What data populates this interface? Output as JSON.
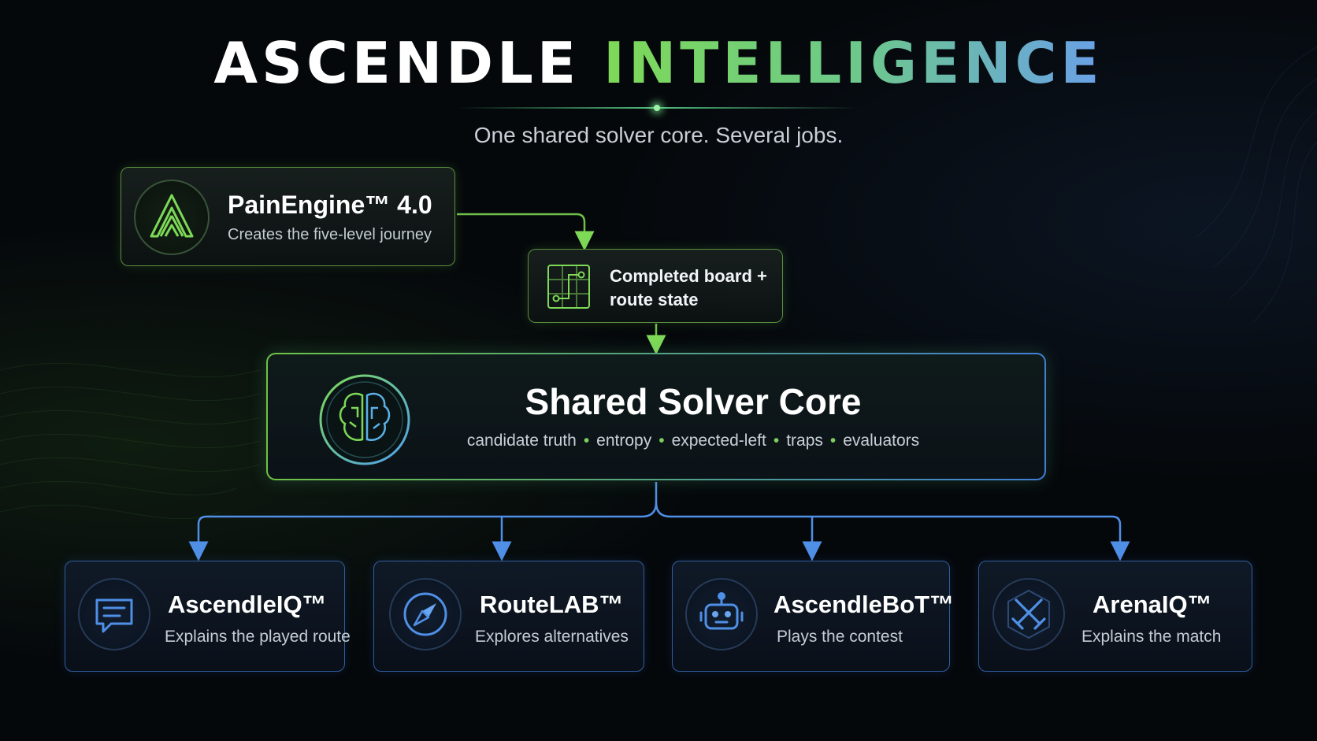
{
  "header": {
    "title_part1": "ASCENDLE",
    "title_part2": "INTELLIGENCE",
    "subtitle": "One shared solver core. Several jobs."
  },
  "source": {
    "title": "PainEngine™ 4.0",
    "description": "Creates the five-level journey",
    "icon": "ascending-chevrons-icon"
  },
  "intermediate": {
    "line1": "Completed board +",
    "line2": "route state",
    "icon": "board-route-icon"
  },
  "core": {
    "title": "Shared Solver Core",
    "tags": [
      "candidate truth",
      "entropy",
      "expected-left",
      "traps",
      "evaluators"
    ],
    "separator": "•",
    "icon": "brain-circuit-icon"
  },
  "outputs": [
    {
      "title": "AscendleIQ™",
      "description": "Explains the played route",
      "icon": "chat-bubble-icon"
    },
    {
      "title": "RouteLAB™",
      "description": "Explores alternatives",
      "icon": "compass-icon"
    },
    {
      "title": "AscendleBoT™",
      "description": "Plays the contest",
      "icon": "robot-icon"
    },
    {
      "title": "ArenaIQ™",
      "description": "Explains the match",
      "icon": "crossed-swords-icon"
    }
  ],
  "colors": {
    "green_accent": "#7ed957",
    "blue_accent": "#4f8fe6",
    "background": "#05080b"
  }
}
